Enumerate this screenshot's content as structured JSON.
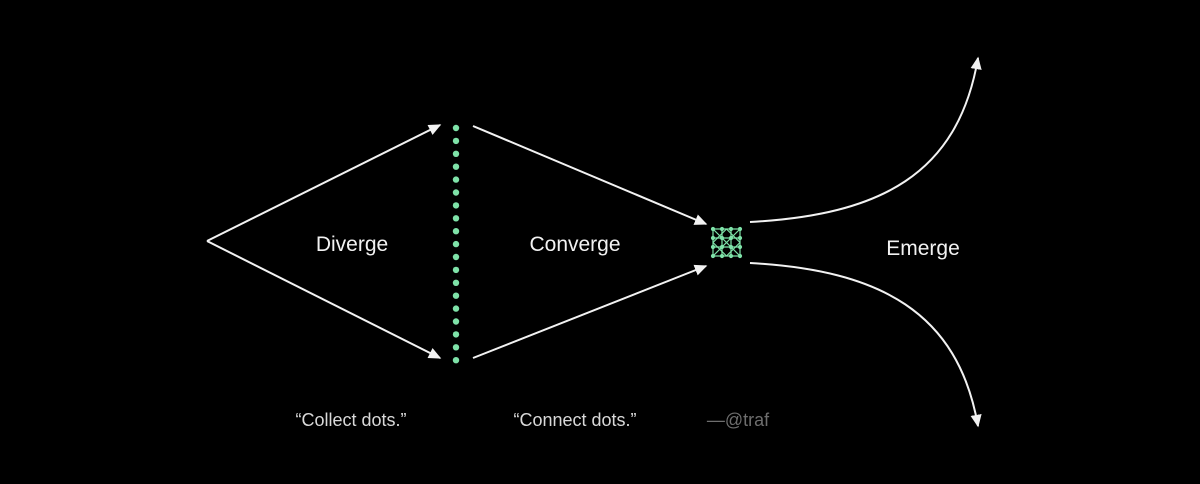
{
  "phases": {
    "diverge": "Diverge",
    "converge": "Converge",
    "emerge": "Emerge"
  },
  "quotes": {
    "collect": "“Collect dots.”",
    "connect": "“Connect dots.”",
    "attribution": "—@traf"
  },
  "colors": {
    "background": "#000000",
    "arrow": "#f2f2f2",
    "dot_accent": "#7ee2a8",
    "attribution": "#6e6e6e"
  },
  "icons": {
    "dots_column": "dots-column-icon",
    "connected_nodes": "network-node-icon"
  }
}
